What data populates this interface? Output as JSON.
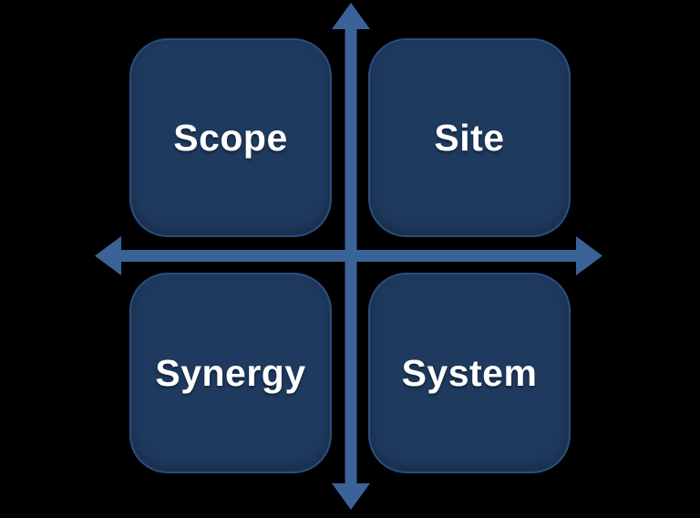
{
  "diagram": {
    "type": "quadrant-matrix",
    "quadrants": [
      {
        "position": "top-left",
        "label": "Scope"
      },
      {
        "position": "top-right",
        "label": "Site"
      },
      {
        "position": "bottom-left",
        "label": "Synergy"
      },
      {
        "position": "bottom-right",
        "label": "System"
      }
    ],
    "axes": {
      "vertical": "double-headed-arrow",
      "horizontal": "double-headed-arrow"
    }
  },
  "colors": {
    "background": "#000000",
    "box_fill": "#1F3A5F",
    "box_border": "#2B4E7E",
    "arrow": "#3A6397",
    "label_text": "#FFFFFF"
  }
}
